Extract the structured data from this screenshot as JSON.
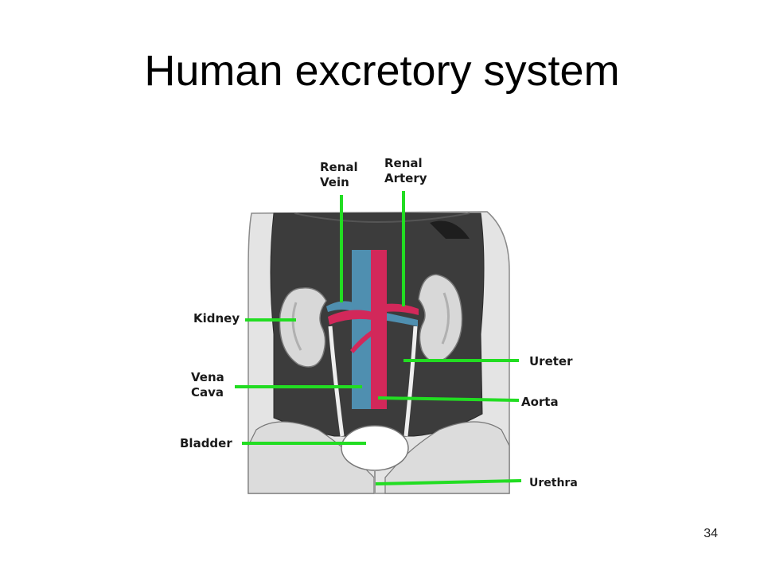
{
  "slide": {
    "title": "Human excretory system",
    "page_number": "34"
  },
  "diagram": {
    "colors": {
      "leader_line": "#22dd22",
      "artery": "#d2285a",
      "vein": "#4f8fb0",
      "body_cavity": "#3c3c3c",
      "skin": "#e4e4e4"
    },
    "labels": {
      "renal_vein": "Renal\nVein",
      "renal_artery": "Renal\nArtery",
      "kidney": "Kidney",
      "vena_cava": "Vena\nCava",
      "ureter": "Ureter",
      "aorta": "Aorta",
      "bladder": "Bladder",
      "urethra": "Urethra"
    }
  }
}
